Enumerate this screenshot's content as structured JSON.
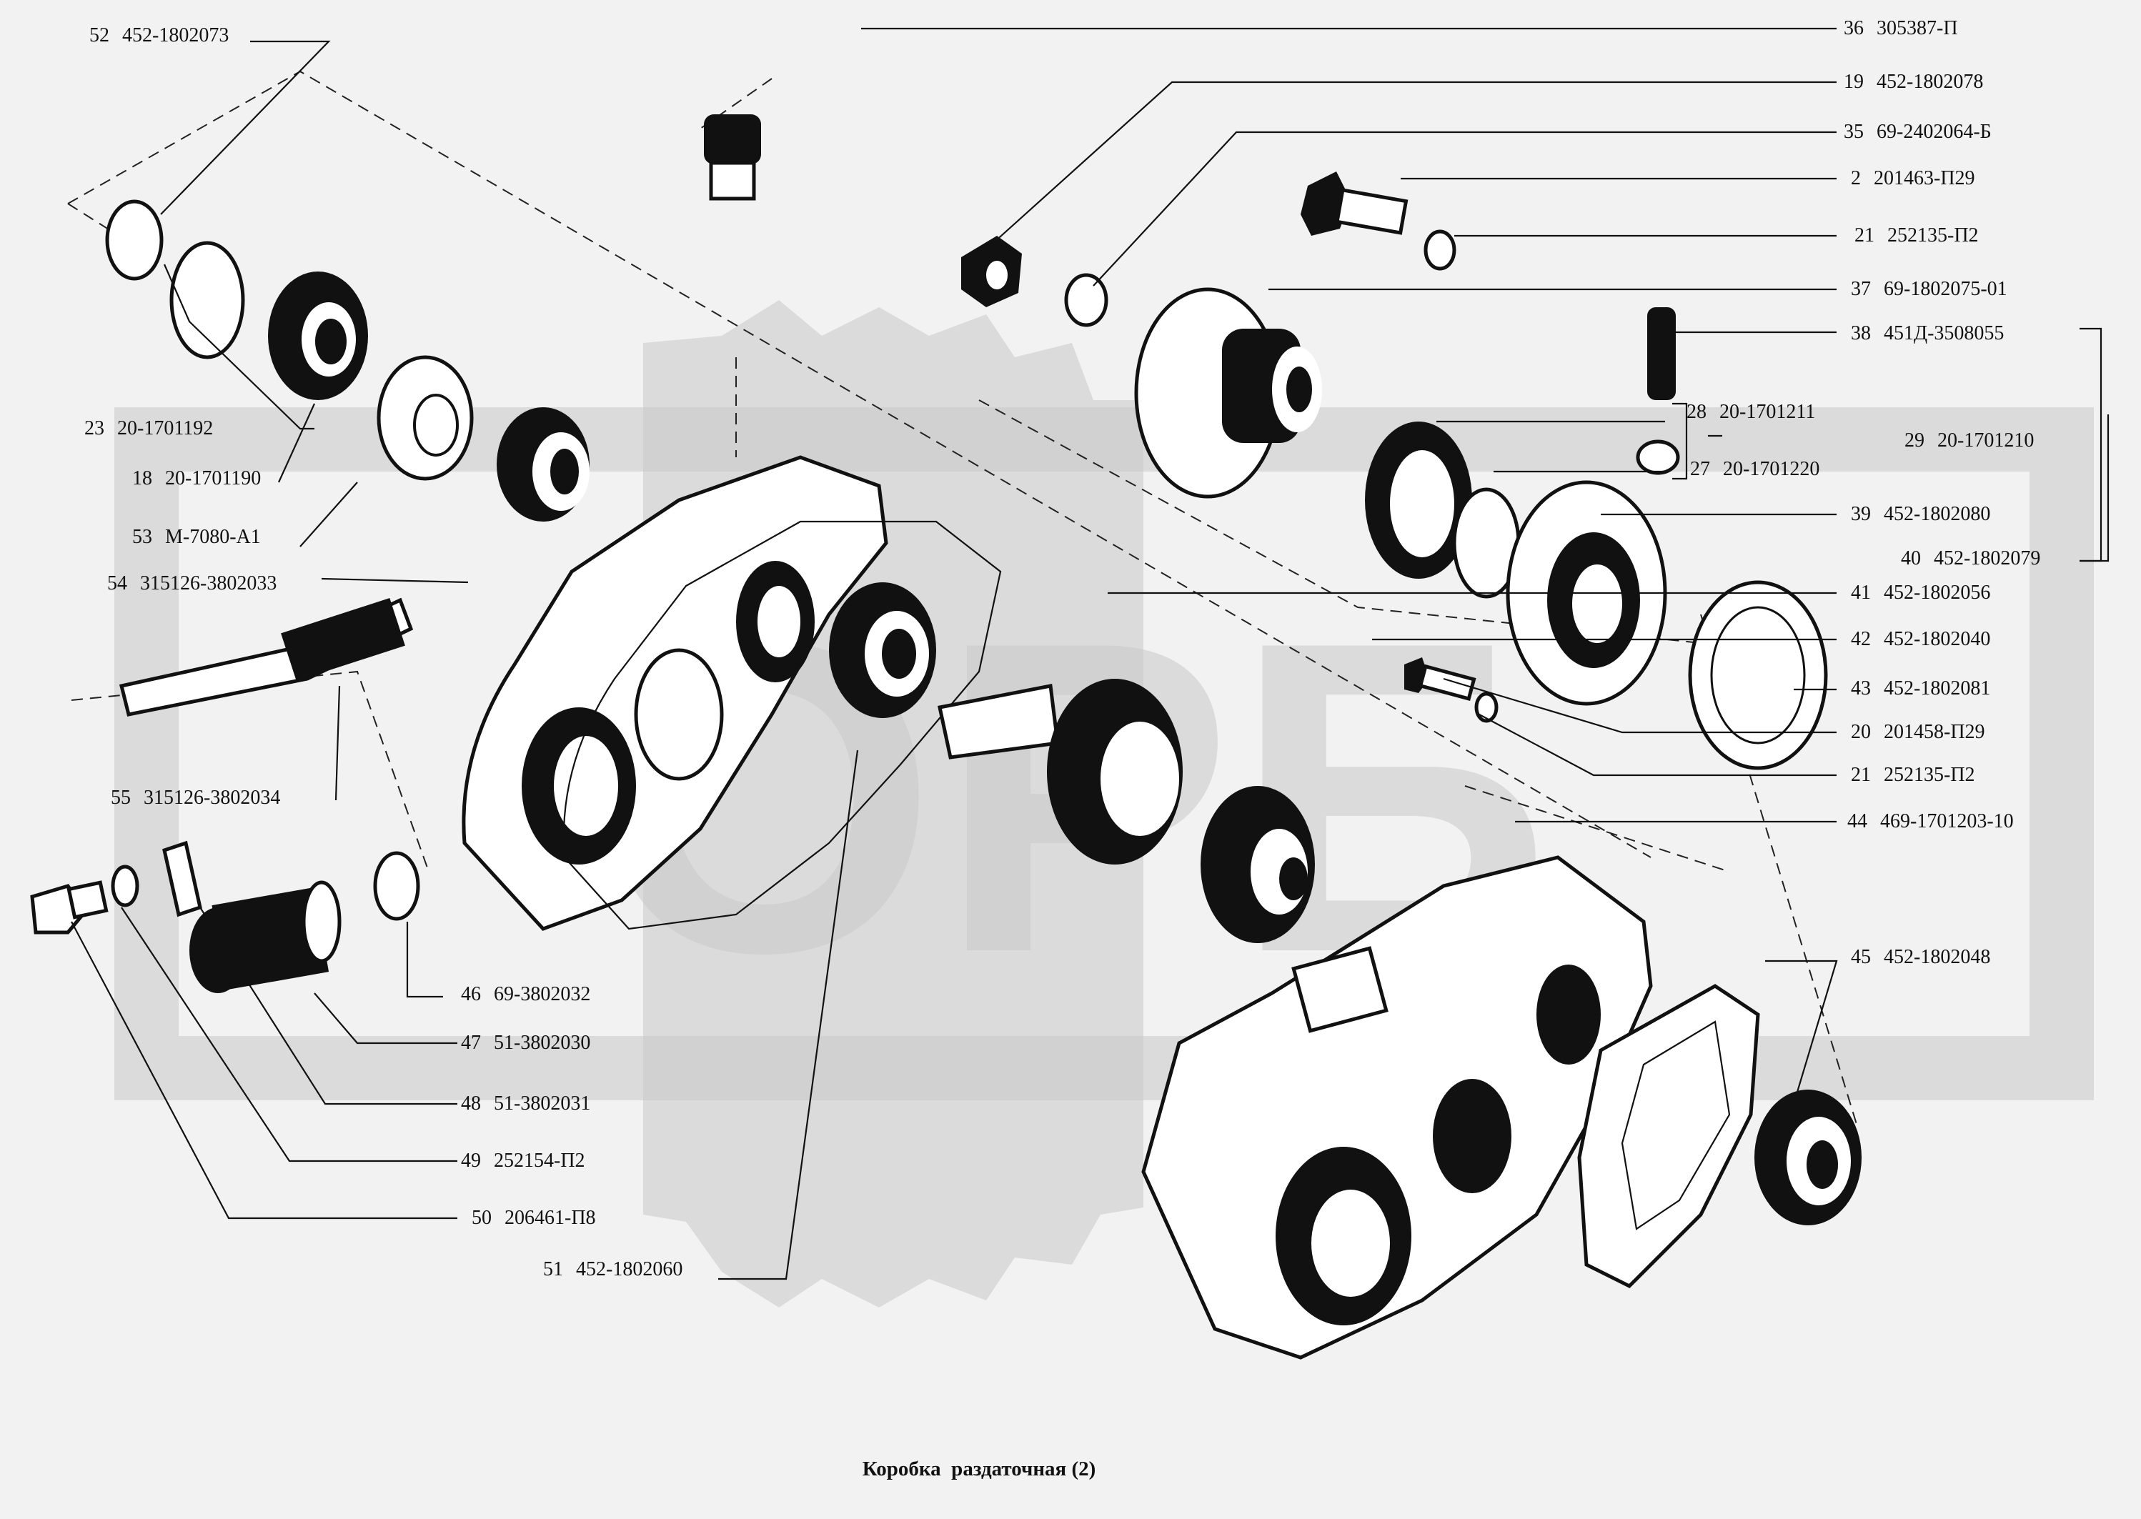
{
  "caption": "Коробка  раздаточная (2)",
  "watermark": "ОРБ",
  "colors": {
    "background": "#f2f2f2",
    "watermark": "#c9c9c9",
    "ink": "#111111"
  },
  "callouts": [
    {
      "num": "52",
      "code": "452-1802073"
    },
    {
      "num": "36",
      "code": "305387-П"
    },
    {
      "num": "19",
      "code": "452-1802078"
    },
    {
      "num": "35",
      "code": "69-2402064-Б"
    },
    {
      "num": "2",
      "code": "201463-П29"
    },
    {
      "num": "21",
      "code": "252135-П2"
    },
    {
      "num": "37",
      "code": "69-1802075-01"
    },
    {
      "num": "38",
      "code": "451Д-3508055"
    },
    {
      "num": "28",
      "code": "20-1701211"
    },
    {
      "num": "29",
      "code": "20-1701210"
    },
    {
      "num": "27",
      "code": "20-1701220"
    },
    {
      "num": "39",
      "code": "452-1802080"
    },
    {
      "num": "40",
      "code": "452-1802079"
    },
    {
      "num": "41",
      "code": "452-1802056"
    },
    {
      "num": "42",
      "code": "452-1802040"
    },
    {
      "num": "43",
      "code": "452-1802081"
    },
    {
      "num": "20",
      "code": "201458-П29"
    },
    {
      "num": "21",
      "code": "252135-П2"
    },
    {
      "num": "44",
      "code": "469-1701203-10"
    },
    {
      "num": "45",
      "code": "452-1802048"
    },
    {
      "num": "23",
      "code": "20-1701192"
    },
    {
      "num": "18",
      "code": "20-1701190"
    },
    {
      "num": "53",
      "code": "М-7080-А1"
    },
    {
      "num": "54",
      "code": "315126-3802033"
    },
    {
      "num": "55",
      "code": "315126-3802034"
    },
    {
      "num": "46",
      "code": "69-3802032"
    },
    {
      "num": "47",
      "code": "51-3802030"
    },
    {
      "num": "48",
      "code": "51-3802031"
    },
    {
      "num": "49",
      "code": "252154-П2"
    },
    {
      "num": "50",
      "code": "206461-П8"
    },
    {
      "num": "51",
      "code": "452-1802060"
    }
  ]
}
